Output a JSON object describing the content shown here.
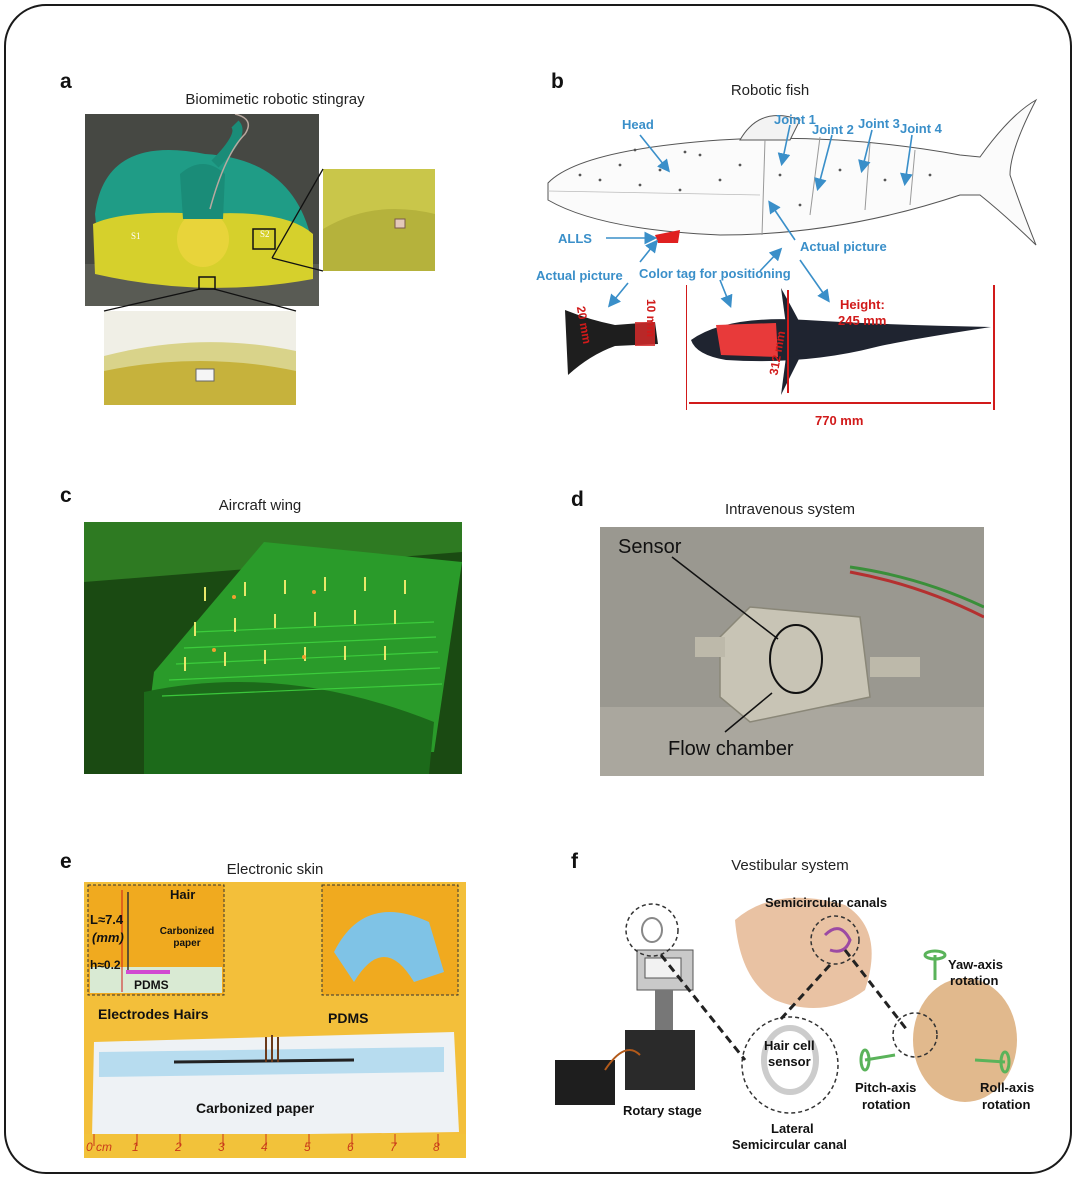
{
  "panels": {
    "a": {
      "letter": "a",
      "title": "Biomimetic robotic stingray",
      "s1": "S1",
      "s2": "S2"
    },
    "b": {
      "letter": "b",
      "title": "Robotic fish",
      "labels": {
        "head": "Head",
        "joint1": "Joint 1",
        "joint2": "Joint 2",
        "joint3": "Joint 3",
        "joint4": "Joint 4",
        "alls": "ALLS",
        "actual_picture_right": "Actual picture",
        "actual_picture_left": "Actual picture",
        "color_tag": "Color tag for positioning",
        "height_label": "Height:",
        "height_value": "245 mm",
        "len770": "770 mm",
        "dim312": "312 mm",
        "dim20": "20 mm",
        "dim10": "10 mm"
      }
    },
    "c": {
      "letter": "c",
      "title": "Aircraft wing"
    },
    "d": {
      "letter": "d",
      "title": "Intravenous system",
      "labels": {
        "sensor": "Sensor",
        "flow_chamber": "Flow chamber"
      }
    },
    "e": {
      "letter": "e",
      "title": "Electronic skin",
      "labels": {
        "hair": "Hair",
        "length": "L≈7.4",
        "mm": "(mm)",
        "carbonized_paper_inset": "Carbonized paper",
        "height": "h≈0.2",
        "pdms_inset": "PDMS",
        "electrodes_hairs": "Electrodes Hairs",
        "pdms": "PDMS",
        "carbonized_paper": "Carbonized paper",
        "ruler_unit": "0 cm",
        "ruler_ticks": [
          "1",
          "2",
          "3",
          "4",
          "5",
          "6",
          "7",
          "8"
        ]
      }
    },
    "f": {
      "letter": "f",
      "title": "Vestibular system",
      "labels": {
        "semicircular": "Semicircular canals",
        "yaw": "Yaw-axis",
        "yaw2": "rotation",
        "hair_cell": "Hair cell",
        "sensor": "sensor",
        "rotary": "Rotary stage",
        "lateral": "Lateral",
        "lateral2": "Semicircular canal",
        "pitch": "Pitch-axis",
        "pitch2": "rotation",
        "roll": "Roll-axis",
        "roll2": "rotation"
      }
    }
  },
  "colors": {
    "label_blue": "#3a8fc9",
    "dim_red": "#d11a1a",
    "wing_green": "#2bb52b"
  }
}
